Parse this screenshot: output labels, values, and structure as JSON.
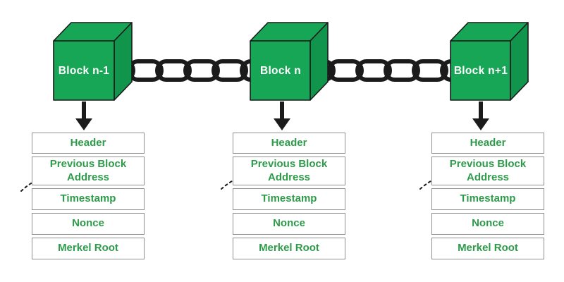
{
  "blocks": [
    {
      "label": "Block n-1"
    },
    {
      "label": "Block n"
    },
    {
      "label": "Block n+1"
    }
  ],
  "fields": [
    "Header",
    "Previous Block Address",
    "Timestamp",
    "Nonce",
    "Merkel Root"
  ],
  "icons": {
    "chain": "chain-link-icon",
    "down_arrow": "arrow-down-icon",
    "prev_address_pointer": "dashed-arrow-icon"
  },
  "colors": {
    "background": "#ffffff",
    "cube_front": "#17A556",
    "cube_top": "#17A556",
    "cube_side": "#11944C",
    "cube_label_text": "#ffffff",
    "outline": "#1b1b1b",
    "chain": "#1b1b1b",
    "field_text": "#2E9B4A",
    "field_border": "#8f8f8f",
    "field_background": "#ffffff"
  }
}
